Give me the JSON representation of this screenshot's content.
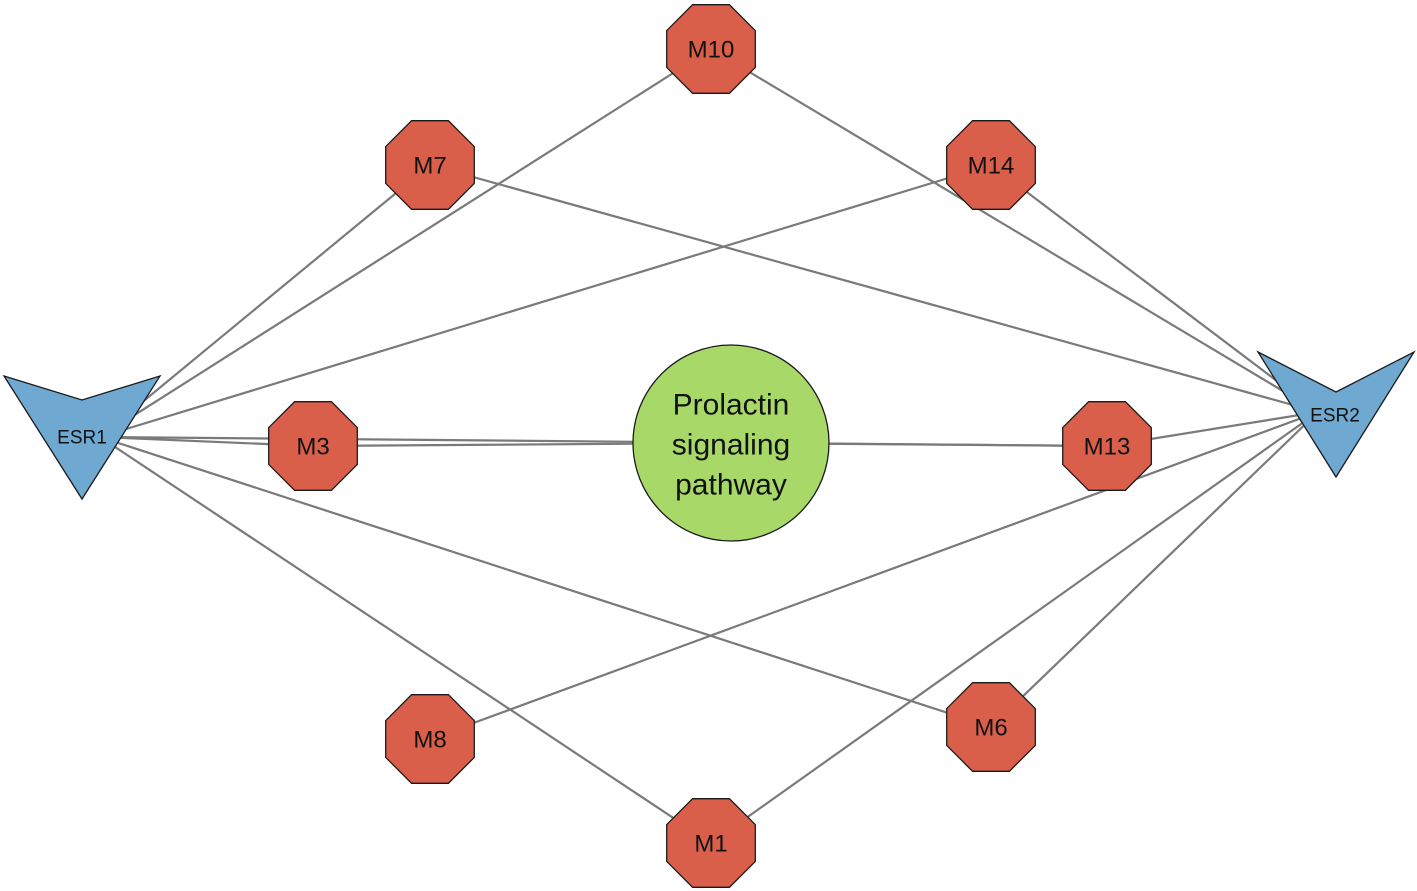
{
  "colors": {
    "molecule": "#d95f4b",
    "target": "#6fa8d0",
    "pathway": "#a8d868",
    "edge": "#7a7a7a"
  },
  "nodes": {
    "esr1": {
      "label": "ESR1",
      "shape": "triangle-down"
    },
    "esr2": {
      "label": "ESR2",
      "shape": "triangle-down"
    },
    "pathway": {
      "lines": [
        "Prolactin",
        "signaling",
        "pathway"
      ],
      "shape": "circle"
    },
    "m10": {
      "label": "M10",
      "shape": "octagon"
    },
    "m7": {
      "label": "M7",
      "shape": "octagon"
    },
    "m14": {
      "label": "M14",
      "shape": "octagon"
    },
    "m3": {
      "label": "M3",
      "shape": "octagon"
    },
    "m13": {
      "label": "M13",
      "shape": "octagon"
    },
    "m8": {
      "label": "M8",
      "shape": "octagon"
    },
    "m6": {
      "label": "M6",
      "shape": "octagon"
    },
    "m1": {
      "label": "M1",
      "shape": "octagon"
    }
  },
  "edges": [
    [
      "esr1",
      "m7"
    ],
    [
      "esr1",
      "m10"
    ],
    [
      "esr1",
      "m14"
    ],
    [
      "esr1",
      "m3"
    ],
    [
      "esr1",
      "m13"
    ],
    [
      "esr1",
      "m6"
    ],
    [
      "esr1",
      "m1"
    ],
    [
      "esr2",
      "m7"
    ],
    [
      "esr2",
      "m10"
    ],
    [
      "esr2",
      "m14"
    ],
    [
      "esr2",
      "m13"
    ],
    [
      "esr2",
      "m8"
    ],
    [
      "esr2",
      "m6"
    ],
    [
      "esr2",
      "m1"
    ],
    [
      "m3",
      "pathway"
    ],
    [
      "m13",
      "pathway"
    ]
  ]
}
